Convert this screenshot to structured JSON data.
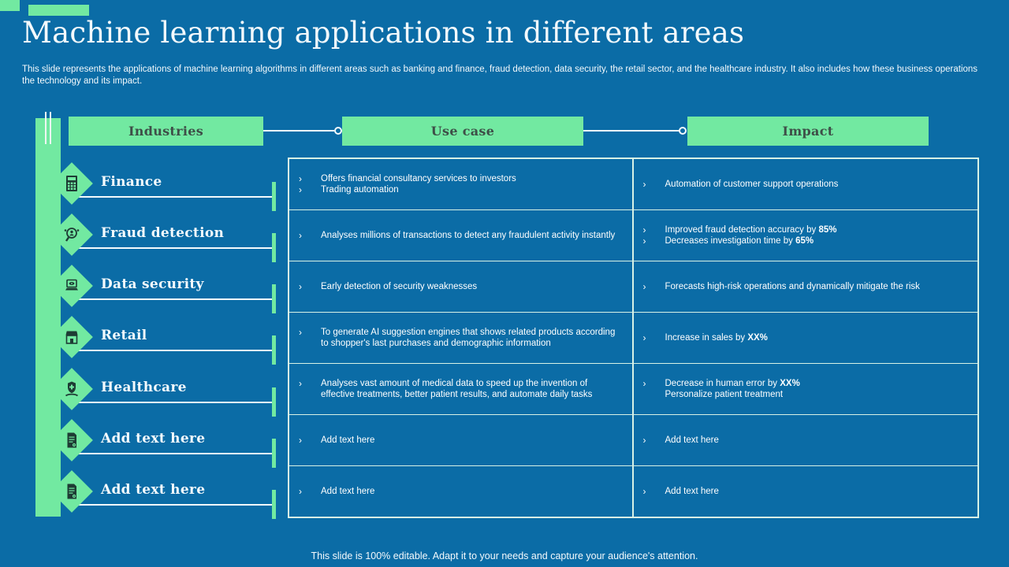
{
  "slide": {
    "title": "Machine learning applications in different areas",
    "subtitle": "This slide represents the applications of machine learning algorithms in different areas such as banking and finance, fraud detection, data security, the retail sector, and the healthcare industry. It also includes how these business operations the technology and its impact.",
    "footer": "This slide is 100% editable. Adapt it to your needs and capture your audience's attention."
  },
  "colors": {
    "background": "#0b6ca6",
    "accent_green": "#72e9a1",
    "header_text": "#3e4f48",
    "table_border": "#d8f2e6",
    "body_text": "#ffffff"
  },
  "columns": {
    "industries": "Industries",
    "use_case": "Use case",
    "impact": "Impact"
  },
  "bullet_glyph": "›",
  "rows": [
    {
      "industry": "Finance",
      "icon": "calculator-icon",
      "use_case": [
        {
          "bullet": true,
          "text": "Offers financial consultancy services to investors"
        },
        {
          "bullet": true,
          "text": "Trading automation"
        }
      ],
      "impact": [
        {
          "bullet": true,
          "text": "Automation of customer support operations"
        }
      ]
    },
    {
      "industry": "Fraud detection",
      "icon": "fraud-search-icon",
      "use_case": [
        {
          "bullet": true,
          "text": "Analyses millions of transactions to detect any fraudulent activity instantly"
        }
      ],
      "impact": [
        {
          "bullet": true,
          "text": "Improved fraud detection accuracy by ",
          "bold": "85%"
        },
        {
          "bullet": true,
          "text": "Decreases investigation time by ",
          "bold": "65%"
        }
      ]
    },
    {
      "industry": "Data security",
      "icon": "laptop-eye-icon",
      "use_case": [
        {
          "bullet": true,
          "text": "Early detection of security weaknesses"
        }
      ],
      "impact": [
        {
          "bullet": true,
          "text": "Forecasts high-risk operations and dynamically mitigate the risk"
        }
      ]
    },
    {
      "industry": "Retail",
      "icon": "store-icon",
      "use_case": [
        {
          "bullet": true,
          "text": "To generate AI suggestion engines that shows related products according to shopper's last purchases and demographic information"
        }
      ],
      "impact": [
        {
          "bullet": true,
          "text": "Increase in sales by ",
          "bold": "XX%"
        }
      ]
    },
    {
      "industry": "Healthcare",
      "icon": "healthcare-icon",
      "use_case": [
        {
          "bullet": true,
          "text": "Analyses vast amount of medical data to speed up the invention of effective treatments, better patient results, and automate daily tasks"
        }
      ],
      "impact": [
        {
          "bullet": true,
          "text": "Decrease in human error by ",
          "bold": "XX%"
        },
        {
          "bullet": false,
          "text": "Personalize patient treatment"
        }
      ]
    },
    {
      "industry": "Add text here",
      "icon": "document-icon",
      "use_case": [
        {
          "bullet": true,
          "text": "Add text here"
        }
      ],
      "impact": [
        {
          "bullet": true,
          "text": "Add text here"
        }
      ]
    },
    {
      "industry": "Add text here",
      "icon": "document-icon",
      "use_case": [
        {
          "bullet": true,
          "text": "Add text here"
        }
      ],
      "impact": [
        {
          "bullet": true,
          "text": "Add text here"
        }
      ]
    }
  ]
}
